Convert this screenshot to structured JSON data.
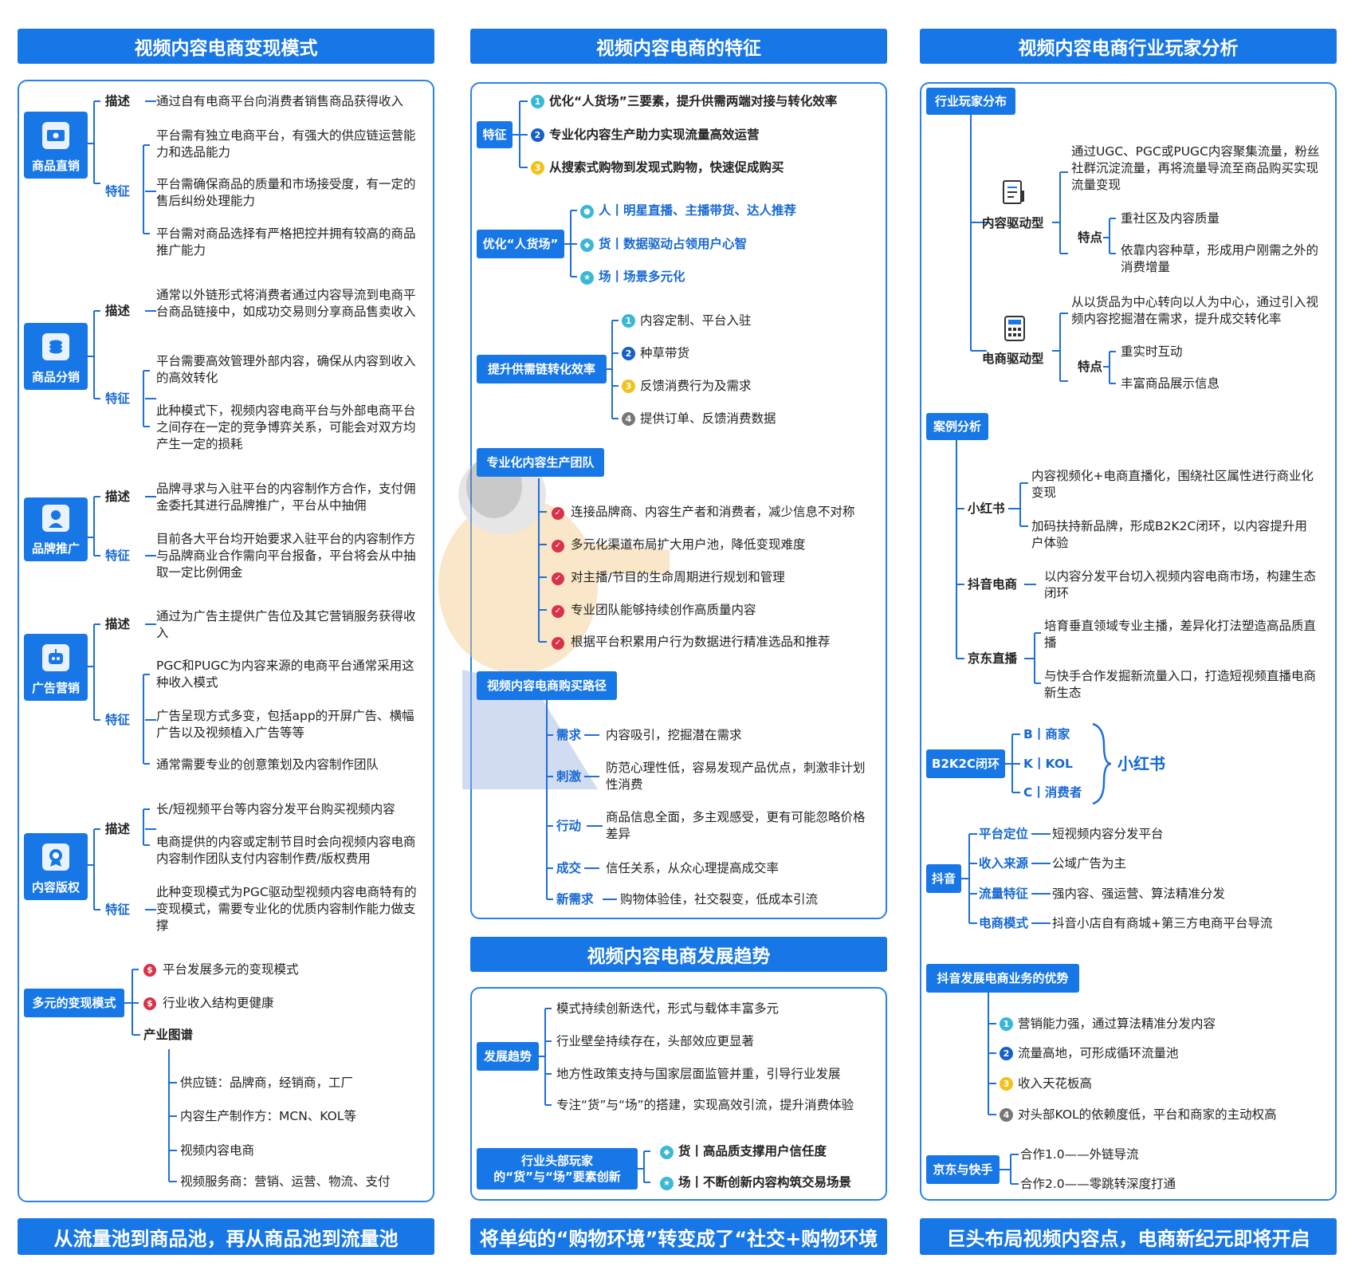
{
  "headers": {
    "c1": "视频内容电商变现模式",
    "c2": "视频内容电商的特征",
    "c3": "视频内容电商行业玩家分析",
    "c2b": "视频内容电商发展趋势"
  },
  "footers": {
    "f1": "从流量池到商品池，再从商品池到流量池",
    "f2": "将单纯的“购物环境”转变成了“社交+购物环境",
    "f3": "巨头布局视频内容点，电商新纪元即将开启"
  },
  "col1": {
    "desc": "描述",
    "feat": "特征",
    "m1": {
      "label": "商品直销",
      "desc": "通过自有电商平台向消费者销售商品获得收入",
      "f": [
        "平台需有独立电商平台，有强大的供应链运营能力和选品能力",
        "平台需确保商品的质量和市场接受度，有一定的售后纠纷处理能力",
        "平台需对商品选择有严格把控并拥有较高的商品推广能力"
      ]
    },
    "m2": {
      "label": "商品分销",
      "desc": "通常以外链形式将消费者通过内容导流到电商平台商品链接中，如成功交易则分享商品售卖收入",
      "f": [
        "平台需要高效管理外部内容，确保从内容到收入的高效转化",
        "此种模式下，视频内容电商平台与外部电商平台之间存在一定的竞争博弈关系，可能会对双方均产生一定的损耗"
      ]
    },
    "m3": {
      "label": "品牌推广",
      "desc": "品牌寻求与入驻平台的内容制作方合作，支付佣金委托其进行品牌推广，平台从中抽佣",
      "f": [
        "目前各大平台均开始要求入驻平台的内容制作方与品牌商业合作需向平台报备，平台将会从中抽取一定比例佣金"
      ]
    },
    "m4": {
      "label": "广告营销",
      "desc": "通过为广告主提供广告位及其它营销服务获得收入",
      "f": [
        "PGC和PUGC为内容来源的电商平台通常采用这种收入模式",
        "广告呈现方式多变，包括app的开屏广告、横幅广告以及视频植入广告等等",
        "通常需要专业的创意策划及内容制作团队"
      ]
    },
    "m5": {
      "label": "内容版权",
      "desc1": "长/短视频平台等内容分发平台购买视频内容",
      "desc2": "电商提供的内容或定制节目时会向视频内容电商内容制作团队支付内容制作费/版权费用",
      "f": [
        "此种变现模式为PGC驱动型视频内容电商特有的变现模式，需要专业化的优质内容制作能力做支撑"
      ]
    },
    "multi": {
      "label": "多元的变现模式",
      "items": [
        "平台发展多元的变现模式",
        "行业收入结构更健康"
      ],
      "chain_title": "产业图谱",
      "chain": [
        "供应链：品牌商，经销商，工厂",
        "内容生产制作方：MCN、KOL等",
        "视频内容电商",
        "视频服务商：营销、运营、物流、支付"
      ]
    }
  },
  "col2": {
    "feat": {
      "label": "特征",
      "items": [
        "优化“人货场”三要素，提升供需两端对接与转化效率",
        "专业化内容生产助力实现流量高效运营",
        "从搜索式购物到发现式购物，快速促成购买"
      ]
    },
    "rhc": {
      "label": "优化“人货场”",
      "items": [
        "人丨明星直播、主播带货、达人推荐",
        "货丨数据驱动占领用户心智",
        "场丨场景多元化"
      ]
    },
    "supply": {
      "label": "提升供需链转化效率",
      "items": [
        "内容定制、平台入驻",
        "种草带货",
        "反馈消费行为及需求",
        "提供订单、反馈消费数据"
      ]
    },
    "team": {
      "label": "专业化内容生产团队",
      "items": [
        "连接品牌商、内容生产者和消费者，减少信息不对称",
        "多元化渠道布局扩大用户池，降低变现难度",
        "对主播/节目的生命周期进行规划和管理",
        "专业团队能够持续创作高质量内容",
        "根据平台积累用户行为数据进行精准选品和推荐"
      ]
    },
    "path": {
      "label": "视频内容电商购买路径",
      "items": [
        {
          "k": "需求",
          "v": "内容吸引，挖掘潜在需求"
        },
        {
          "k": "刺激",
          "v": "防范心理性低，容易发现产品优点，刺激非计划性消费"
        },
        {
          "k": "行动",
          "v": "商品信息全面，多主观感受，更有可能忽略价格差异"
        },
        {
          "k": "成交",
          "v": "信任关系，从众心理提高成交率"
        },
        {
          "k": "新需求",
          "v": "购物体验佳，社交裂变，低成本引流"
        }
      ]
    },
    "trend": {
      "label": "发展趋势",
      "items": [
        "模式持续创新迭代，形式与载体丰富多元",
        "行业壁垒持续存在，头部效应更显著",
        "地方性政策支持与国家层面监管并重，引导行业发展",
        "专注“货”与“场”的搭建，实现高效引流，提升消费体验"
      ]
    },
    "head": {
      "label": "行业头部玩家的“货”与“场”要素创新",
      "items": [
        "货丨高品质支撑用户信任度",
        "场丨不断创新内容构筑交易场景"
      ]
    }
  },
  "col3": {
    "dist": {
      "label": "行业玩家分布",
      "content": {
        "label": "内容驱动型",
        "desc": "通过UGC、PGC或PUGC内容聚集流量，粉丝社群沉淀流量，再将流量导流至商品购买实现流量变现",
        "trait": "特点",
        "items": [
          "重社区及内容质量",
          "依靠内容种草，形成用户刚需之外的消费增量"
        ]
      },
      "ecom": {
        "label": "电商驱动型",
        "desc": "从以货品为中心转向以人为中心，通过引入视频内容挖掘潜在需求，提升成交转化率",
        "trait": "特点",
        "items": [
          "重实时互动",
          "丰富商品展示信息"
        ]
      }
    },
    "cases": {
      "label": "案例分析",
      "xhs": {
        "label": "小红书",
        "items": [
          "内容视频化+电商直播化，围绕社区属性进行商业化变现",
          "加码扶持新品牌，形成B2K2C闭环，以内容提升用户体验"
        ]
      },
      "dy": {
        "label": "抖音电商",
        "items": [
          "以内容分发平台切入视频内容电商市场，构建生态闭环"
        ]
      },
      "jd": {
        "label": "京东直播",
        "items": [
          "培育垂直领域专业主播，差异化打法塑造高品质直播",
          "与快手合作发掘新流量入口，打造短视频直播电商新生态"
        ]
      }
    },
    "b2k2c": {
      "label": "B2K2C闭环",
      "items": [
        "B丨商家",
        "K丨KOL",
        "C丨消费者"
      ],
      "brand": "小红书"
    },
    "douyin": {
      "label": "抖音",
      "items": [
        {
          "k": "平台定位",
          "v": "短视频内容分发平台"
        },
        {
          "k": "收入来源",
          "v": "公域广告为主"
        },
        {
          "k": "流量特征",
          "v": "强内容、强运营、算法精准分发"
        },
        {
          "k": "电商模式",
          "v": "抖音小店自有商城+第三方电商平台导流"
        }
      ]
    },
    "adv": {
      "label": "抖音发展电商业务的优势",
      "items": [
        "营销能力强，通过算法精准分发内容",
        "流量高地，可形成循环流量池",
        "收入天花板高",
        "对头部KOL的依赖度低，平台和商家的主动权高"
      ]
    },
    "jdks": {
      "label": "京东与快手",
      "items": [
        "合作1.0——外链导流",
        "合作2.0——零跳转深度打通"
      ]
    }
  }
}
